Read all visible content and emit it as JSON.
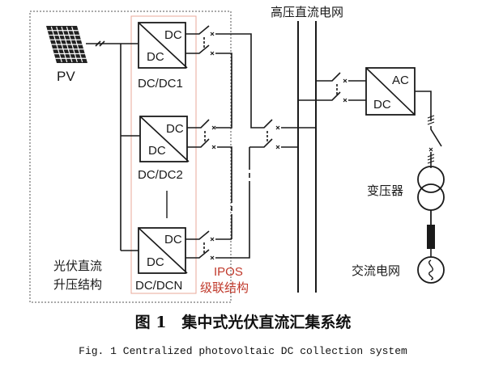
{
  "diagram": {
    "pv_label": "PV",
    "converters": [
      {
        "top": "DC",
        "bottom": "DC",
        "name": "DC/DC1"
      },
      {
        "top": "DC",
        "bottom": "DC",
        "name": "DC/DC2"
      },
      {
        "top": "DC",
        "bottom": "DC",
        "name": "DC/DCN"
      }
    ],
    "hvdc_grid_label": "高压直流电网",
    "inverter": {
      "top": "AC",
      "bottom": "DC"
    },
    "transformer_label": "变压器",
    "ac_grid_label": "交流电网",
    "pv_boost_label_line1": "光伏直流",
    "pv_boost_label_line2": "升压结构",
    "ipos_label_line1": "IPOS",
    "ipos_label_line2": "级联结构",
    "colors": {
      "line": "#1a1a1a",
      "ipos_box": "#e8a89a",
      "ipos_text": "#c0392b",
      "dashed_box": "#555555"
    }
  },
  "caption": {
    "cn": "图 1　集中式光伏直流汇集系统",
    "en": "Fig. 1   Centralized photovoltaic DC collection system"
  }
}
